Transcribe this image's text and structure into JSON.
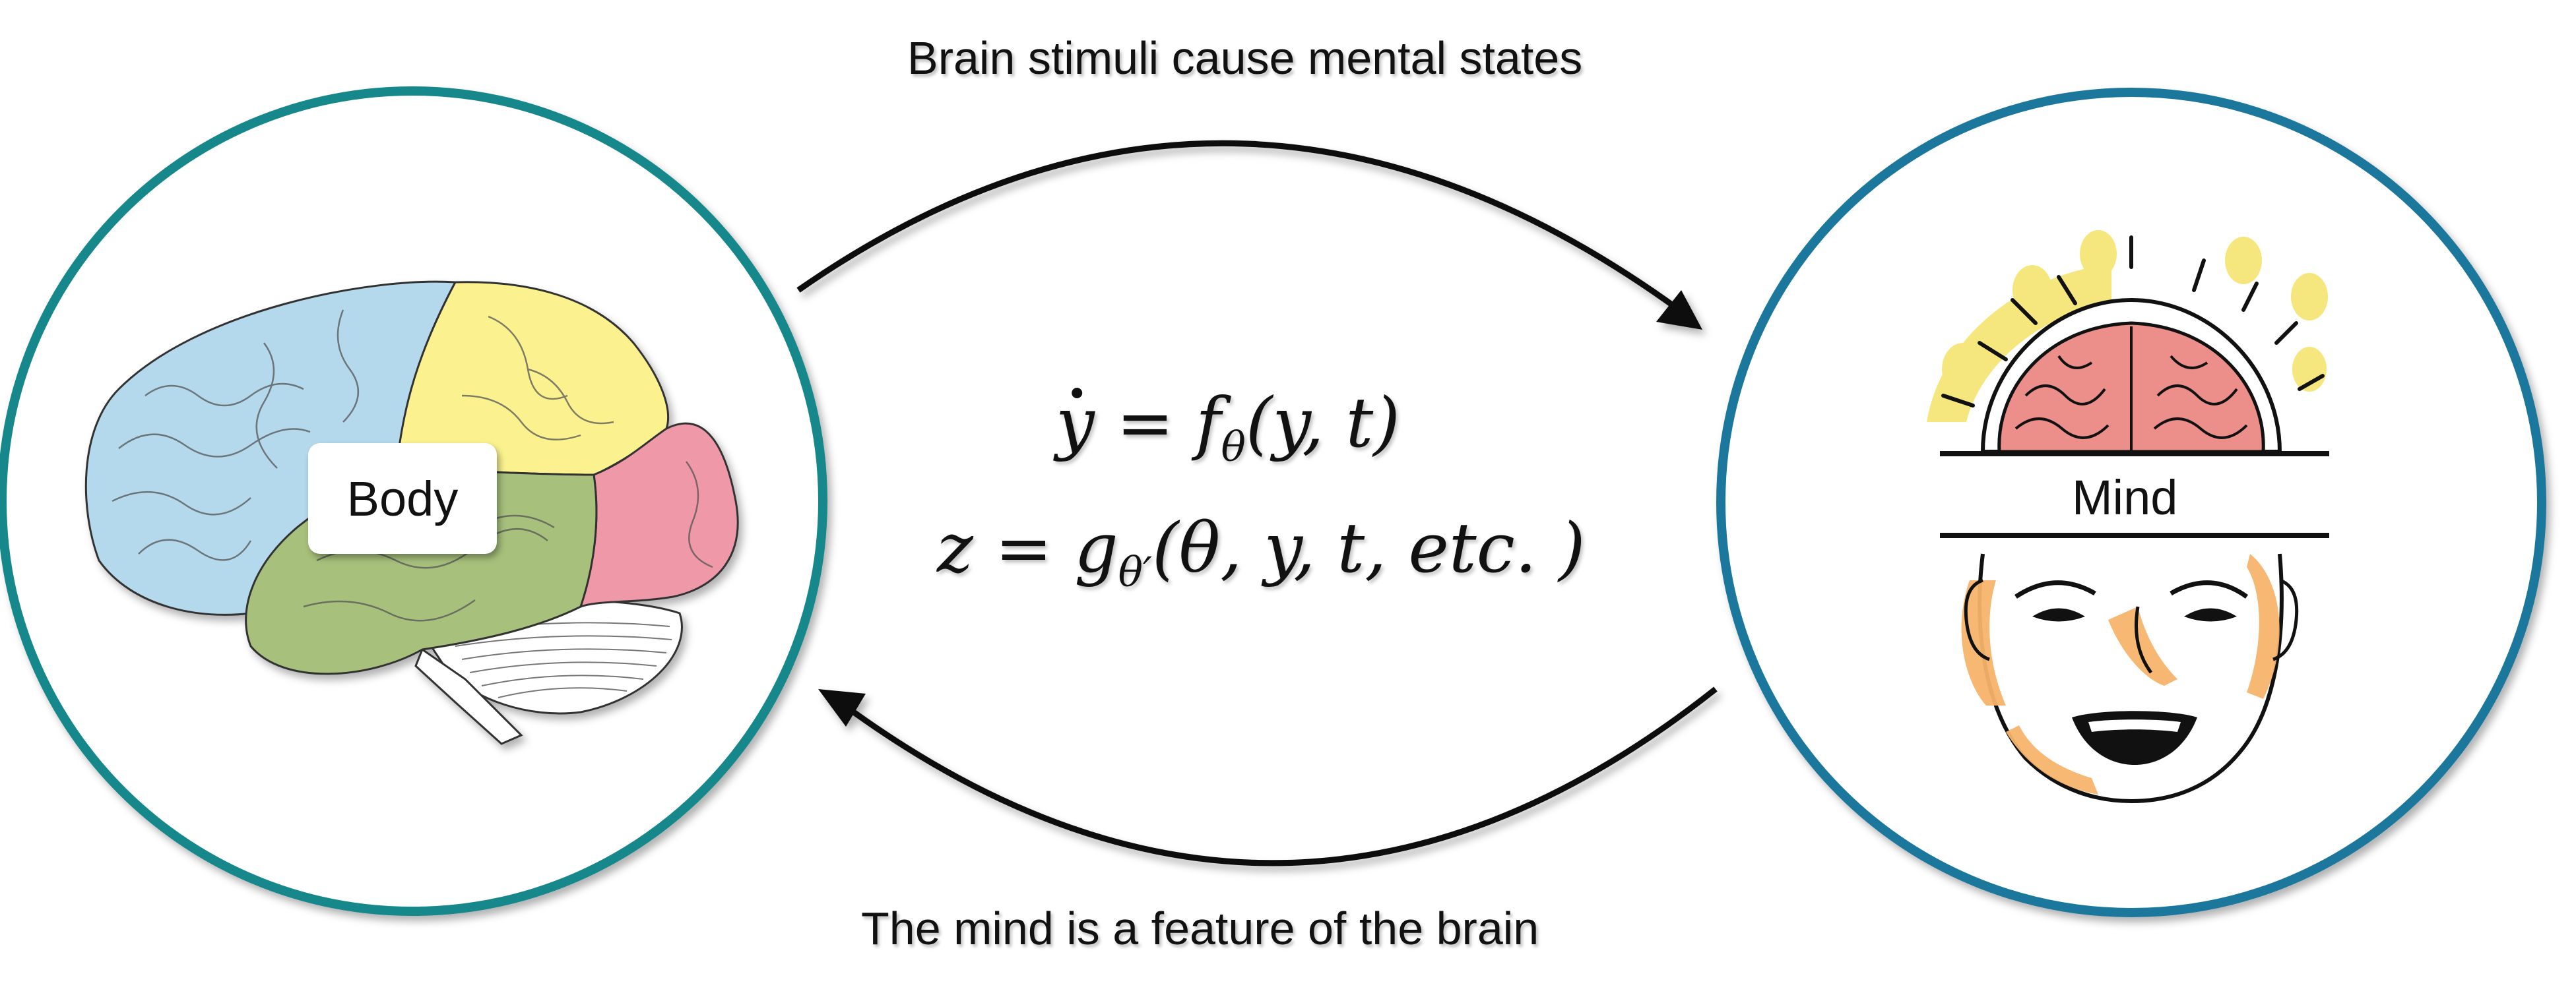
{
  "top_caption": "Brain stimuli cause mental states",
  "bottom_caption": "The mind is a feature of the brain",
  "left_node": {
    "label": "Body",
    "ring_color": "#17888c",
    "illustration": "brain-lobes-illustration",
    "lobe_colors": {
      "frontal": "#b4d8ec",
      "parietal": "#fbf28f",
      "occipital": "#ef98a8",
      "temporal": "#a7c17c",
      "cerebellum": "#ffffff"
    }
  },
  "right_node": {
    "label": "Mind",
    "ring_color": "#1f779d",
    "illustration": "mind-head-illustration",
    "brain_color": "#ec8f8a",
    "rays_color": "#f4e470",
    "skin_accent_color": "#f7b46b"
  },
  "equations": {
    "eq1_lhs": "y",
    "eq1_rhs_func": "f",
    "eq1_sub": "θ",
    "eq1_args": "(y, t)",
    "eq2_lhs": "z",
    "eq2_rhs_func": "g",
    "eq2_sub": "θ′",
    "eq2_args": "(θ, y, t, etc. )"
  },
  "arrows": {
    "top": "arrow-body-to-mind",
    "bottom": "arrow-mind-to-body"
  }
}
